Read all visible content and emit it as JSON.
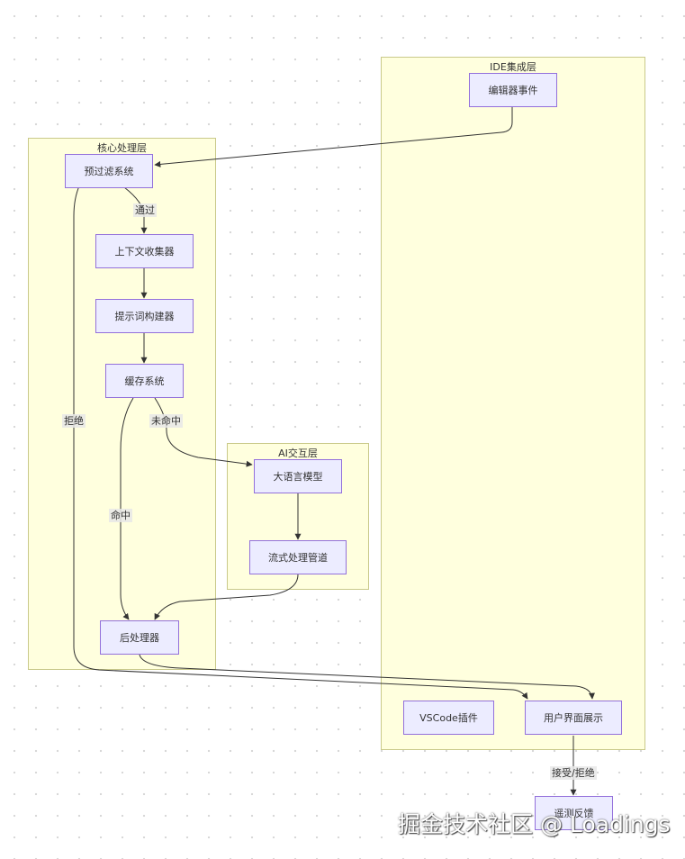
{
  "clusters": {
    "ide": "IDE集成层",
    "core": "核心处理层",
    "ai": "AI交互层"
  },
  "nodes": {
    "editor_event": "编辑器事件",
    "prefilter": "预过滤系统",
    "context_collector": "上下文收集器",
    "prompt_builder": "提示词构建器",
    "cache": "缓存系统",
    "llm": "大语言模型",
    "stream": "流式处理管道",
    "postprocessor": "后处理器",
    "vscode_plugin": "VSCode插件",
    "ui_display": "用户界面展示",
    "feedback": "遥测反馈"
  },
  "edge_labels": {
    "pass": "通过",
    "reject": "拒绝",
    "miss": "未命中",
    "hit": "命中",
    "accept_reject": "接受/拒绝"
  },
  "watermark": "掘金技术社区 @ Loadings"
}
